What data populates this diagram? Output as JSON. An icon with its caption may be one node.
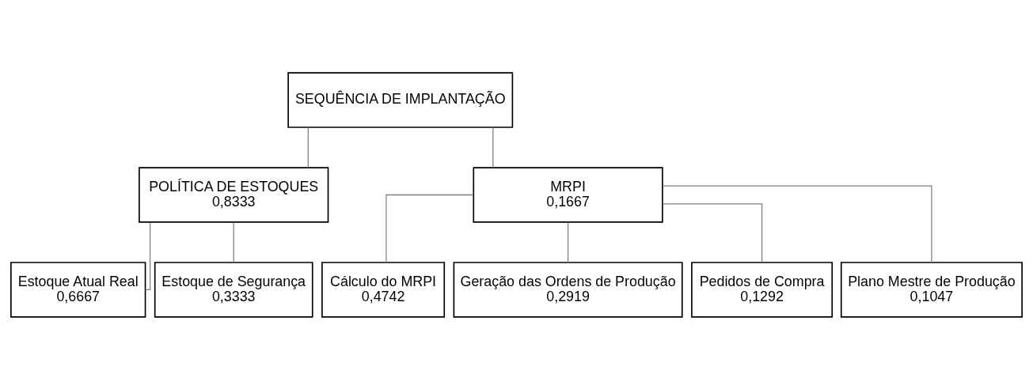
{
  "diagram": {
    "nodes": [
      {
        "text": [
          "SEQUÊNCIA DE IMPLANTAÇÃO"
        ]
      },
      {
        "text": [
          "POLÍTICA DE ESTOQUES",
          "0,8333"
        ]
      },
      {
        "text": [
          "MRPI",
          "0,1667"
        ]
      },
      {
        "text": [
          "Estoque Atual Real",
          "0,6667"
        ]
      },
      {
        "text": [
          "Estoque de Segurança",
          "0,3333"
        ]
      },
      {
        "text": [
          "Cálculo do MRPI",
          "0,4742"
        ]
      },
      {
        "text": [
          "Geração das Ordens de Produção",
          "0,2919"
        ]
      },
      {
        "text": [
          "Pedidos de Compra",
          "0,1292"
        ]
      },
      {
        "text": [
          "Plano Mestre de Produção",
          "0,1047"
        ]
      }
    ],
    "edges": [
      {
        "from": 0,
        "to": 1,
        "arrow": "none"
      },
      {
        "from": 0,
        "to": 2,
        "arrow": "none"
      },
      {
        "from": 1,
        "to": 3,
        "arrow": "none"
      },
      {
        "from": 1,
        "to": 4,
        "arrow": "none"
      },
      {
        "from": 2,
        "to": 5,
        "arrow": "none"
      },
      {
        "from": 2,
        "to": 6,
        "arrow": "none"
      },
      {
        "from": 2,
        "to": 7,
        "arrow": "none"
      },
      {
        "from": 2,
        "to": 8,
        "arrow": "none"
      }
    ]
  }
}
